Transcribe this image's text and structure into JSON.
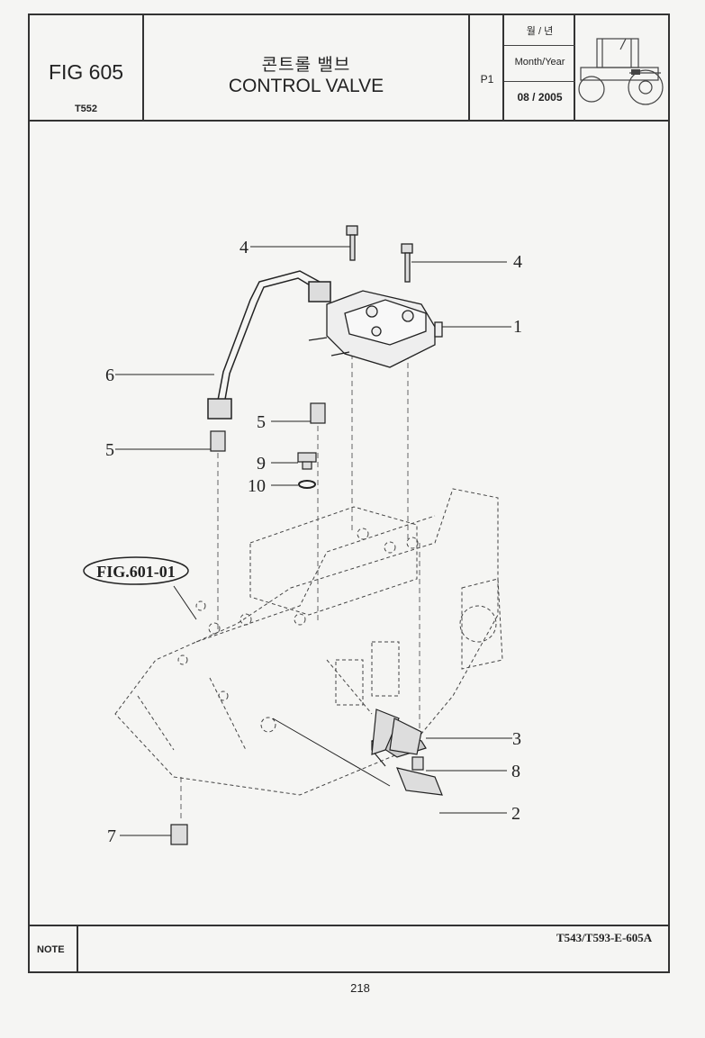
{
  "header": {
    "fig_number": "FIG 605",
    "model": "T552",
    "title_korean": "콘트롤 밸브",
    "title_english": "CONTROL VALVE",
    "page": "P1",
    "date_korean": "월 / 년",
    "date_label": "Month/Year",
    "date_value": "08 / 2005",
    "tractor_icon": "tractor-icon"
  },
  "diagram": {
    "reference_label": "FIG.601-01",
    "drawing_code": "T543/T593-E-605A",
    "callouts": [
      "1",
      "2",
      "3",
      "4",
      "4",
      "5",
      "5",
      "6",
      "7",
      "8",
      "9",
      "10"
    ]
  },
  "note": {
    "label": "NOTE"
  },
  "footer": {
    "page_number": "218"
  }
}
